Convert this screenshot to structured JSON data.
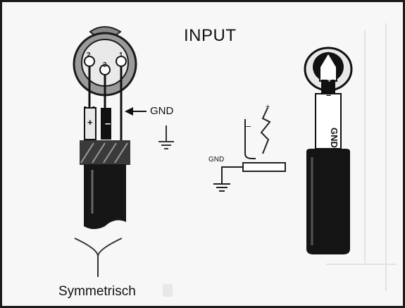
{
  "diagram": {
    "title": "INPUT",
    "caption": "Symmetrisch",
    "xlr": {
      "pin_labels": [
        "2",
        "3",
        "1"
      ],
      "gnd_label": "GND",
      "plus_label": "+",
      "minus_label": "–"
    },
    "symbol": {
      "gnd_label": "GND",
      "minus_label": "–",
      "plus_label": "+"
    },
    "jack": {
      "plus_label": "+",
      "minus_label": "–",
      "gnd_label": "GND"
    }
  }
}
